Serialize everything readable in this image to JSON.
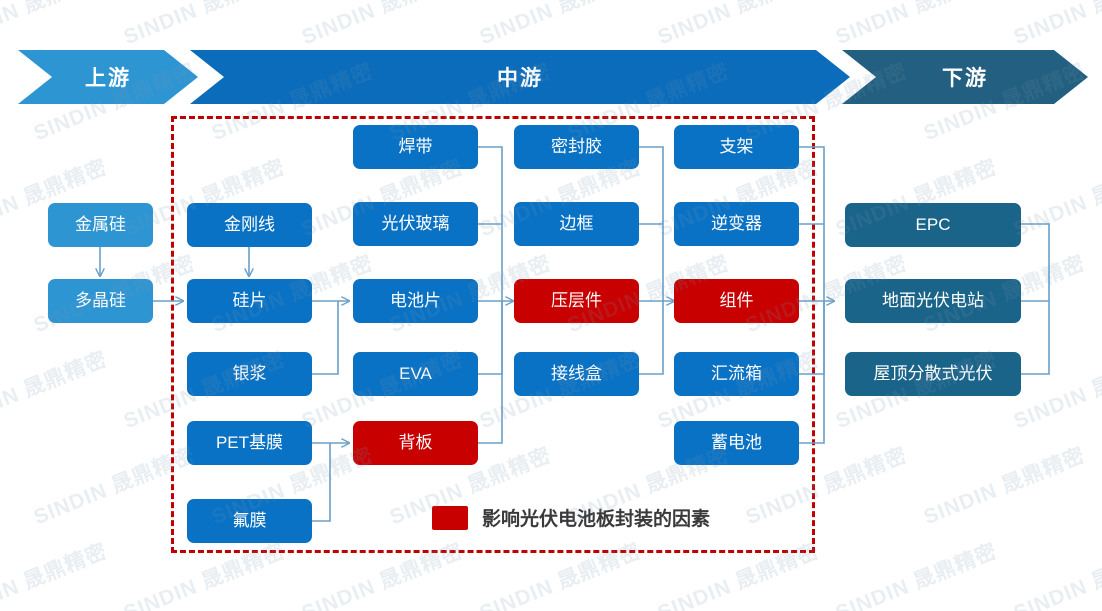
{
  "header": {
    "stages": [
      {
        "id": "upstream",
        "label": "上游"
      },
      {
        "id": "midstream",
        "label": "中游"
      },
      {
        "id": "downstream",
        "label": "下游"
      }
    ]
  },
  "legend": {
    "label": "影响光伏电池板封装的因素",
    "swatch_color": "#c80000"
  },
  "colors": {
    "upstream_blue": "#2e95d3",
    "midstream_blue": "#0a72c4",
    "header_mid_blue": "#0a6cba",
    "downstream_teal": "#1b6489",
    "highlight_red": "#c80000",
    "dashed_border_red": "#c00000",
    "connector_line": "#6a9fc9"
  },
  "watermark": {
    "text_latin": "SINDIN",
    "text_cjk": "晟鼎精密"
  },
  "nodes": {
    "upstream": [
      {
        "id": "metal-silicon",
        "label": "金属硅"
      },
      {
        "id": "poly-silicon",
        "label": "多晶硅"
      }
    ],
    "mid_col1": [
      {
        "id": "diamond-wire",
        "label": "金刚线"
      },
      {
        "id": "silicon-wafer",
        "label": "硅片"
      },
      {
        "id": "silver-paste",
        "label": "银浆"
      },
      {
        "id": "pet-base-film",
        "label": "PET基膜"
      },
      {
        "id": "fluorine-film",
        "label": "氟膜"
      }
    ],
    "mid_col2": [
      {
        "id": "solder-ribbon",
        "label": "焊带"
      },
      {
        "id": "pv-glass",
        "label": "光伏玻璃"
      },
      {
        "id": "solar-cell",
        "label": "电池片"
      },
      {
        "id": "eva",
        "label": "EVA"
      },
      {
        "id": "backsheet",
        "label": "背板",
        "highlight": true
      }
    ],
    "mid_col3": [
      {
        "id": "sealant",
        "label": "密封胶"
      },
      {
        "id": "frame",
        "label": "边框"
      },
      {
        "id": "laminate",
        "label": "压层件",
        "highlight": true
      },
      {
        "id": "junction-box",
        "label": "接线盒"
      }
    ],
    "mid_col4": [
      {
        "id": "bracket",
        "label": "支架"
      },
      {
        "id": "inverter",
        "label": "逆变器"
      },
      {
        "id": "module",
        "label": "组件",
        "highlight": true
      },
      {
        "id": "combiner-box",
        "label": "汇流箱"
      },
      {
        "id": "battery",
        "label": "蓄电池"
      }
    ],
    "downstream": [
      {
        "id": "epc",
        "label": "EPC"
      },
      {
        "id": "ground-pv-plant",
        "label": "地面光伏电站"
      },
      {
        "id": "rooftop-pv",
        "label": "屋顶分散式光伏"
      }
    ]
  }
}
